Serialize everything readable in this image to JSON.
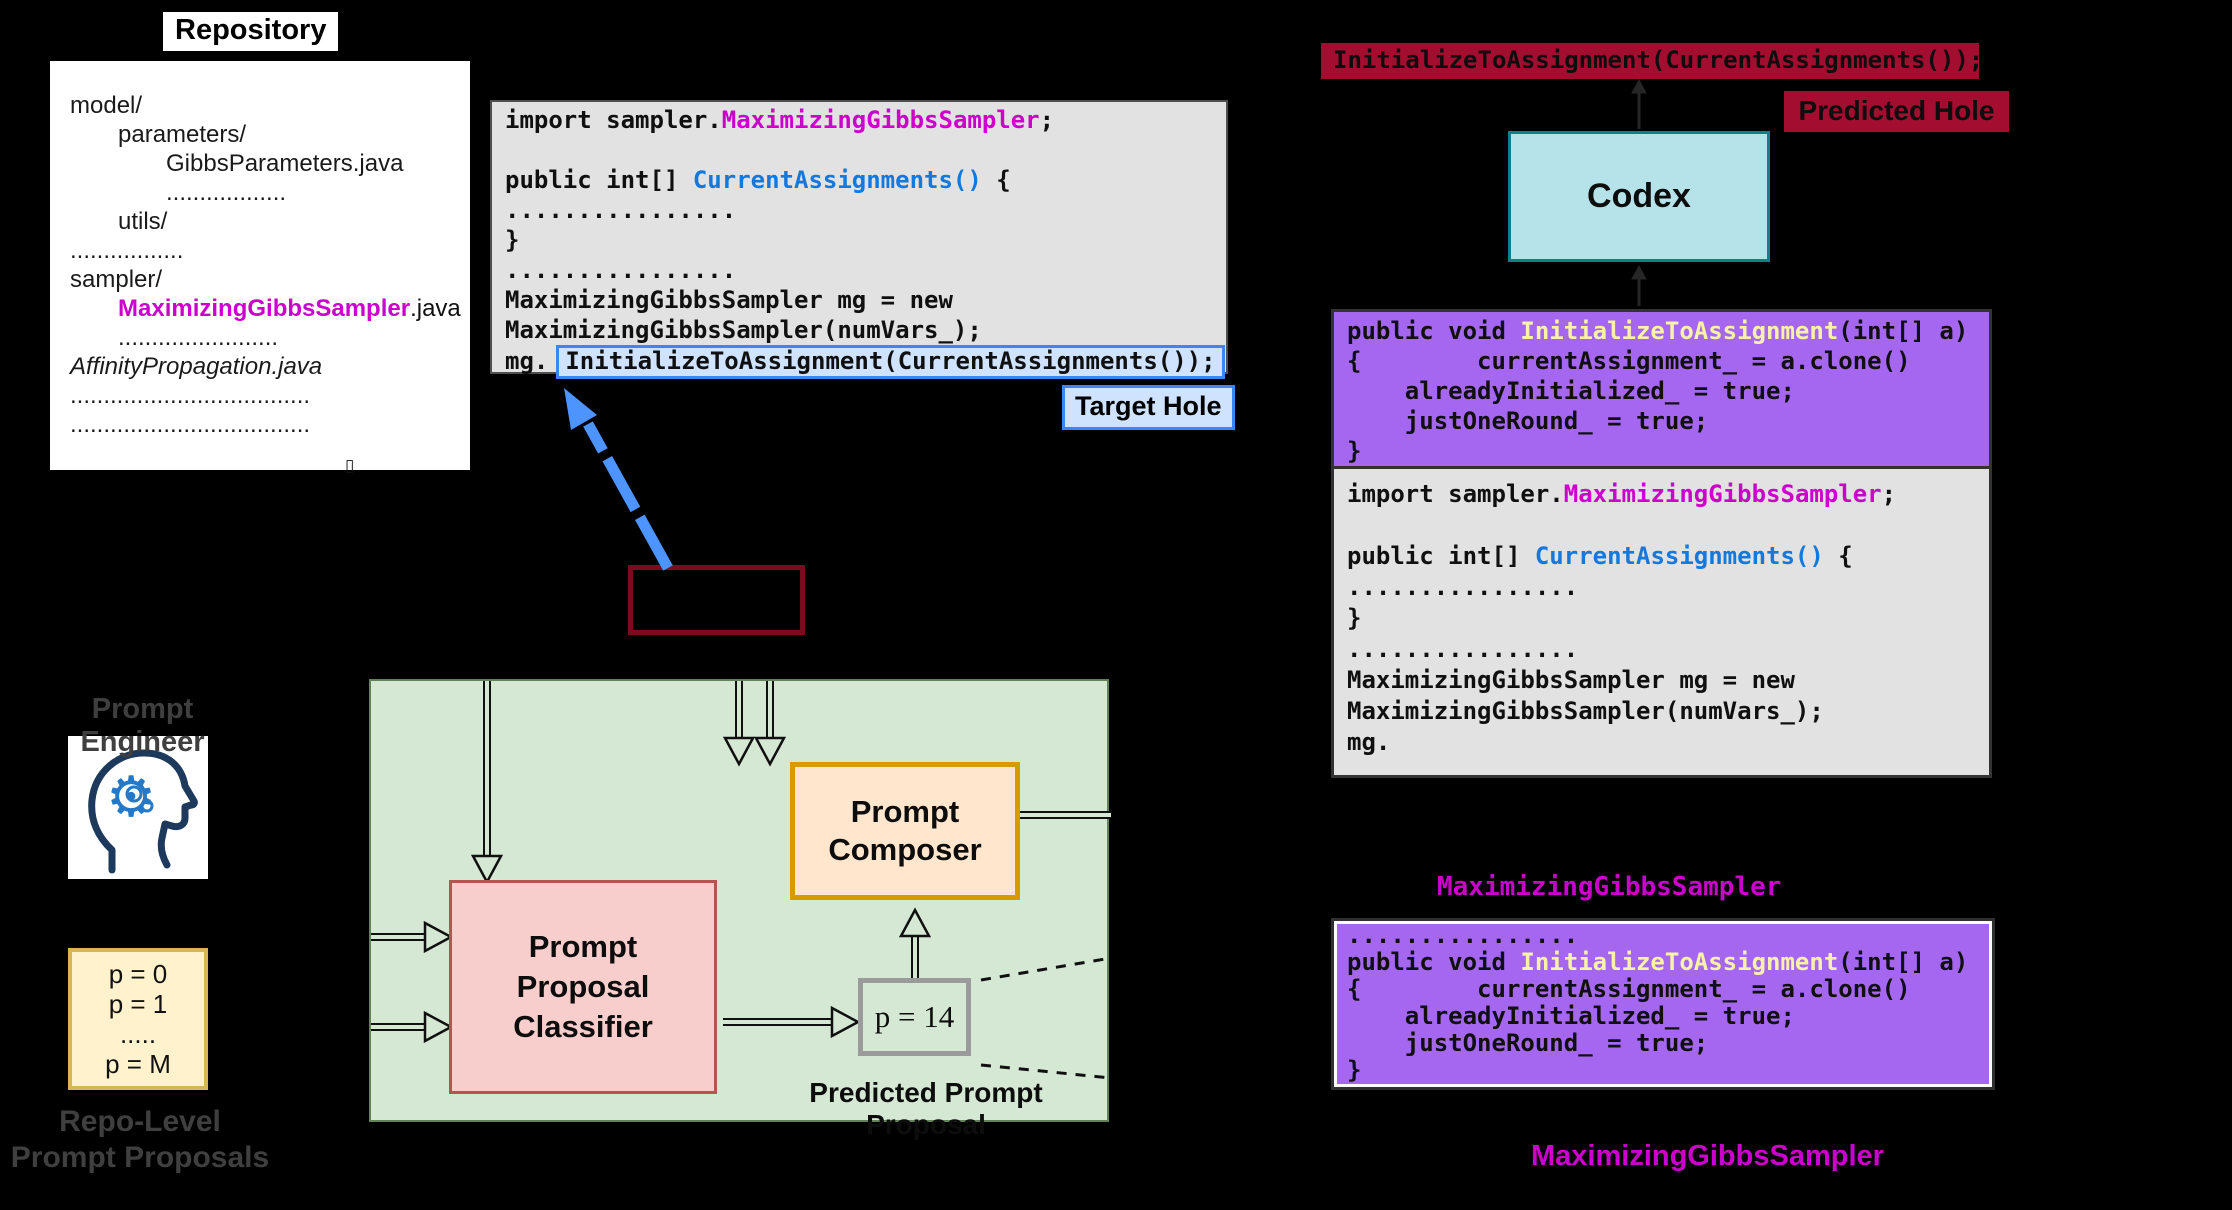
{
  "palette": {
    "magenta": "#cc00cc",
    "code_blue": "#1478dc",
    "pale_yellow": "#f8f2a6",
    "crimson": "#a30d30",
    "purple": "#a567f0",
    "highlight_blue": "#cfe3ff",
    "highlight_border": "#3d85f2",
    "green_fill": "#d5e8d4",
    "orange_fill": "#ffe6cc",
    "pink_fill": "#f8cecc",
    "yellow_fill": "#fff2cc",
    "cyan_fill": "#b5e3e9",
    "maroon_border": "#7d0b20",
    "code_gray": "#e2e2e2",
    "arrow_blue": "#4d94ff"
  },
  "repository": {
    "title": "Repository",
    "tree": [
      {
        "indent": 0,
        "text": "model/"
      },
      {
        "indent": 1,
        "text": "parameters/"
      },
      {
        "indent": 2,
        "text": "GibbsParameters.java"
      },
      {
        "indent": 2,
        "text": ".................."
      },
      {
        "indent": 1,
        "text": "utils/"
      },
      {
        "indent": 0,
        "text": "................."
      },
      {
        "indent": 0,
        "text": "sampler/"
      },
      {
        "indent": 1,
        "segments": [
          {
            "t": "MaximizingGibbsSampler",
            "c": "m"
          },
          {
            "t": ".java",
            "c": "k"
          }
        ]
      },
      {
        "indent": 1,
        "text": "........................"
      },
      {
        "indent": 0,
        "text": "AffinityPropagation.java",
        "italic": true
      },
      {
        "indent": 0,
        "text": "...................................."
      },
      {
        "indent": 0,
        "text": "...................................."
      }
    ],
    "overflow_glyph": "▯"
  },
  "target_file": {
    "lines": [
      [
        {
          "t": "import sampler.",
          "c": "k"
        },
        {
          "t": "MaximizingGibbsSampler",
          "c": "m"
        },
        {
          "t": ";",
          "c": "k"
        }
      ],
      "",
      [
        {
          "t": "public int[] ",
          "c": "k"
        },
        {
          "t": "CurrentAssignments()",
          "c": "b"
        },
        {
          "t": " {",
          "c": "k"
        }
      ],
      "................",
      "}",
      "................",
      "MaximizingGibbsSampler mg = new",
      "MaximizingGibbsSampler(numVars_);"
    ],
    "last_line_prefix": "mg.",
    "hole_text": "InitializeToAssignment(CurrentAssignments());",
    "target_hole_label": "Target Hole"
  },
  "prediction": {
    "predicted_hole_code": "InitializeToAssignment(CurrentAssignments());",
    "predicted_hole_label": "Predicted Hole",
    "model_name": "Codex"
  },
  "prompt_block": {
    "purple_lines": [
      [
        {
          "t": "public void ",
          "c": "k"
        },
        {
          "t": "InitializeToAssignment",
          "c": "y"
        },
        {
          "t": "(int[] a)",
          "c": "k"
        }
      ],
      "{        currentAssignment_ = a.clone()",
      "    alreadyInitialized_ = true;",
      "    justOneRound_ = true;",
      "}"
    ],
    "gray_lines": [
      [
        {
          "t": "import sampler.",
          "c": "k"
        },
        {
          "t": "MaximizingGibbsSampler",
          "c": "m"
        },
        {
          "t": ";",
          "c": "k"
        }
      ],
      "",
      [
        {
          "t": "public int[] ",
          "c": "k"
        },
        {
          "t": "CurrentAssignments()",
          "c": "b"
        },
        {
          "t": " {",
          "c": "k"
        }
      ],
      "................",
      "}",
      "................",
      "MaximizingGibbsSampler mg = new",
      "MaximizingGibbsSampler(numVars_);",
      "mg."
    ]
  },
  "proposal_detail": {
    "file_label_top": "MaximizingGibbsSampler",
    "lines": [
      "................",
      [
        {
          "t": "public void ",
          "c": "k"
        },
        {
          "t": "InitializeToAssignment",
          "c": "y"
        },
        {
          "t": "(int[] a)",
          "c": "k"
        }
      ],
      "{        currentAssignment_ = a.clone()",
      "    alreadyInitialized_ = true;",
      "    justOneRound_ = true;",
      "}"
    ],
    "file_label_bottom": "MaximizingGibbsSampler"
  },
  "pipeline": {
    "composer_label": [
      "Prompt",
      "Composer"
    ],
    "classifier_label": [
      "Prompt",
      "Proposal",
      "Classifier"
    ],
    "predicted_proposal_value": "p = 14",
    "predicted_proposal_caption": "Predicted Prompt Proposal"
  },
  "prompt_engineer": {
    "label": [
      "Prompt",
      "Engineer"
    ],
    "proposals_box_lines": [
      "p = 0",
      "p = 1",
      ".....",
      "p = M"
    ],
    "caption": [
      "Repo-Level",
      "Prompt Proposals"
    ]
  }
}
